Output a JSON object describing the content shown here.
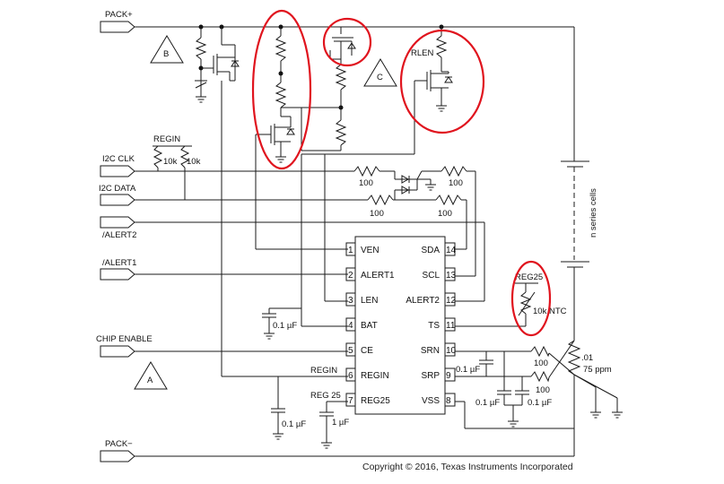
{
  "connectors": {
    "pack_plus": "PACK+",
    "i2c_clk": "I2C CLK",
    "i2c_data": "I2C DATA",
    "alert2": "/ALERT2",
    "alert1": "/ALERT1",
    "chip_enable": "CHIP ENABLE",
    "pack_minus": "PACK−"
  },
  "markers": {
    "a": "A",
    "b": "B",
    "c": "C"
  },
  "labels": {
    "regin_top": "REGIN",
    "r10k_1": "10k",
    "r10k_2": "10k",
    "rlen": "RLEN",
    "r100_1": "100",
    "r100_2": "100",
    "r100_3": "100",
    "r100_4": "100",
    "n_series_cells": "n series cells",
    "reg25_top": "REG25",
    "ntc": "10k NTC",
    "cap_bat": "0.1 µF",
    "cap_srn": "0.1 µF",
    "regin_pin": "REGIN",
    "reg25_pin": "REG 25",
    "r_sense_val": ".01",
    "r_sense_ppm": "75 ppm",
    "r100_srn": "100",
    "r100_srp": "100",
    "cap_sr1": "0.1 µF",
    "cap_sr2": "0.1 µF",
    "cap_regin": "0.1 µF",
    "cap_reg25": "1 µF"
  },
  "ic": {
    "left_pins": [
      {
        "num": "1",
        "name": "VEN"
      },
      {
        "num": "2",
        "name": "ALERT1"
      },
      {
        "num": "3",
        "name": "LEN"
      },
      {
        "num": "4",
        "name": "BAT"
      },
      {
        "num": "5",
        "name": "CE"
      },
      {
        "num": "6",
        "name": "REGIN"
      },
      {
        "num": "7",
        "name": "REG25"
      }
    ],
    "right_pins": [
      {
        "num": "14",
        "name": "SDA"
      },
      {
        "num": "13",
        "name": "SCL"
      },
      {
        "num": "12",
        "name": "ALERT2"
      },
      {
        "num": "11",
        "name": "TS"
      },
      {
        "num": "10",
        "name": "SRN"
      },
      {
        "num": "9",
        "name": "SRP"
      },
      {
        "num": "8",
        "name": "VSS"
      }
    ]
  },
  "copyright": "Copyright © 2016, Texas Instruments Incorporated"
}
